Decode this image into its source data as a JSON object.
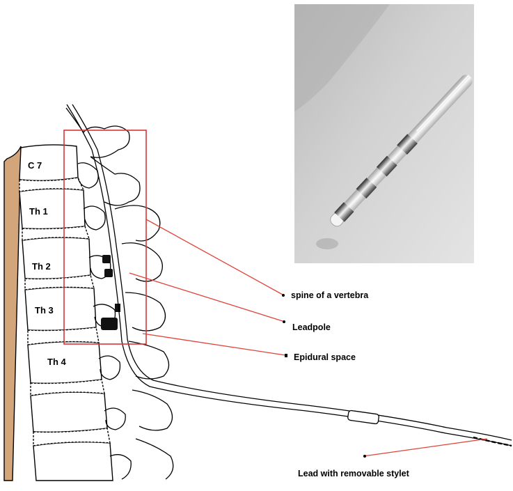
{
  "colors": {
    "callout_line": "#e0433a",
    "highlight_box": "#d8343a",
    "bone_tan": "#d2a57a",
    "photo_bg": "#c9c9c9"
  },
  "vertebrae": {
    "c7": "C 7",
    "th1": "Th 1",
    "th2": "Th 2",
    "th3": "Th 3",
    "th4": "Th 4"
  },
  "callouts": {
    "spine": "spine of a vertebra",
    "leadpole": "Leadpole",
    "epidural": "Epidural space",
    "lead": "Lead with removable stylet"
  }
}
